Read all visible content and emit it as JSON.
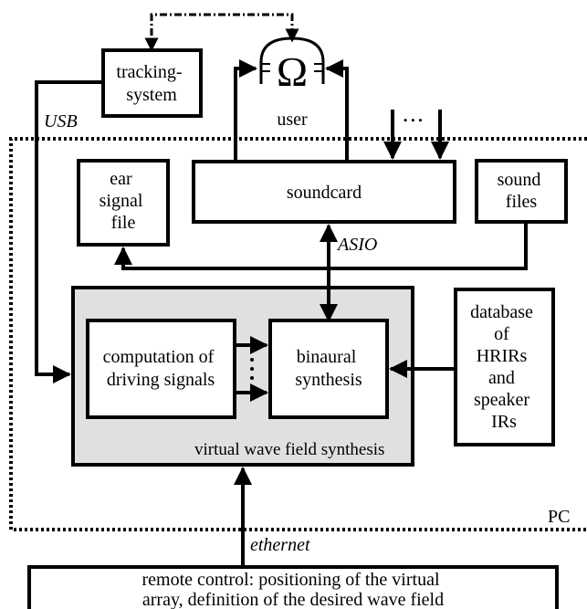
{
  "boxes": {
    "tracking_system": [
      "tracking-",
      "system"
    ],
    "user": "user",
    "ellipsis": "⋅⋅⋅",
    "soundcard": "soundcard",
    "ear_signal_file": [
      "ear",
      "signal",
      "file"
    ],
    "sound_files": [
      "sound",
      "files"
    ],
    "computation": [
      "computation of",
      "driving signals"
    ],
    "binaural": [
      "binaural",
      "synthesis"
    ],
    "virtual_wfs": "virtual wave field synthesis",
    "database": [
      "database",
      "of",
      "HRIRs",
      "and",
      "speaker",
      "IRs"
    ],
    "pc": "PC",
    "remote_control": [
      "remote control: positioning of the virtual",
      "array, definition of the desired wave field"
    ]
  },
  "labels": {
    "usb": "USB",
    "asio": "ASIO",
    "ethernet": "ethernet"
  },
  "icons": {
    "headphones": "headphones-omega-icon"
  },
  "colors": {
    "vwfs_fill": "#e0e0e0",
    "stroke": "#000000"
  }
}
